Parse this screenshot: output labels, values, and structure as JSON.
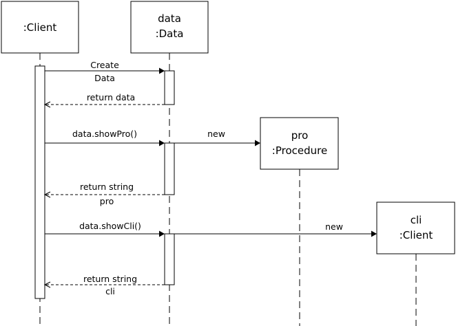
{
  "objects": {
    "client": {
      "line1": "",
      "line2": ":Client"
    },
    "data": {
      "line1": "data",
      "line2": ":Data"
    },
    "pro": {
      "line1": "pro",
      "line2": ":Procedure"
    },
    "cli": {
      "line1": "cli",
      "line2": ":Client"
    }
  },
  "messages": {
    "create_data": {
      "line1": "Create",
      "line2": "Data"
    },
    "return_data": {
      "line1": "return data"
    },
    "show_pro": {
      "line1": "data.showPro()"
    },
    "new_pro": {
      "line1": "new"
    },
    "return_string_pro": {
      "line1": "return string",
      "line2": "pro"
    },
    "show_cli": {
      "line1": "data.showCli()"
    },
    "new_cli": {
      "line1": "new"
    },
    "return_string_cli": {
      "line1": "return string",
      "line2": "cli"
    }
  }
}
